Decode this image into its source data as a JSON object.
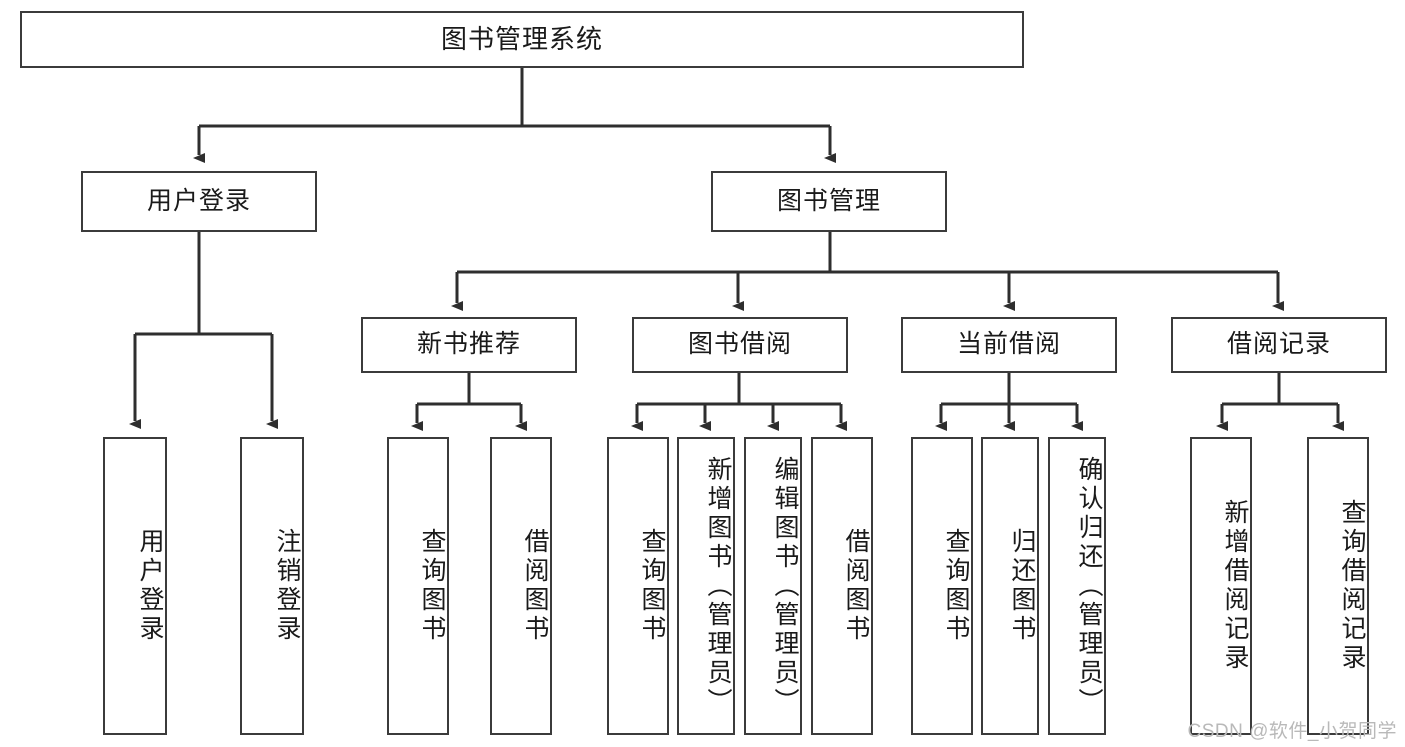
{
  "diagram": {
    "type": "tree",
    "title": "图书管理系统",
    "colors": {
      "border": "#3b3b3b",
      "node_fill": "#ffffff",
      "edge": "#2e2e2e",
      "text": "#1a1a1a",
      "watermark": "#b9b9b9",
      "background": "#ffffff"
    },
    "root": {
      "label": "图书管理系统"
    },
    "level2": [
      {
        "label": "用户登录"
      },
      {
        "label": "图书管理"
      }
    ],
    "level3": [
      {
        "label": "新书推荐"
      },
      {
        "label": "图书借阅"
      },
      {
        "label": "当前借阅"
      },
      {
        "label": "借阅记录"
      }
    ],
    "leaves": {
      "user_login": [
        {
          "label": "用户登录"
        },
        {
          "label": "注销登录"
        }
      ],
      "new_book_recommend": [
        {
          "label": "查询图书"
        },
        {
          "label": "借阅图书"
        }
      ],
      "book_borrow": [
        {
          "label": "查询图书"
        },
        {
          "label": "新增图书（管理员）"
        },
        {
          "label": "编辑图书（管理员）"
        },
        {
          "label": "借阅图书"
        }
      ],
      "current_borrow": [
        {
          "label": "查询图书"
        },
        {
          "label": "归还图书"
        },
        {
          "label": "确认归还（管理员）"
        }
      ],
      "borrow_record": [
        {
          "label": "新增借阅记录"
        },
        {
          "label": "查询借阅记录"
        }
      ]
    },
    "watermark": "CSDN @软件_小贺同学"
  }
}
